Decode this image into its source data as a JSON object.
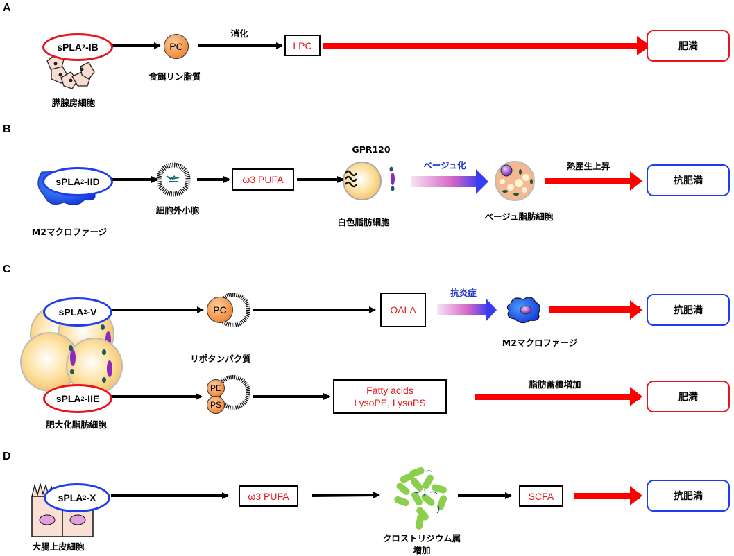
{
  "panels": {
    "A": {
      "label": "A",
      "enzyme": "sPLA₂-IB",
      "enzyme_base": "sPLA",
      "enzyme_sub": "2",
      "enzyme_suffix": "-IB",
      "cell_label": "膵腺房細胞",
      "substrate": "PC",
      "substrate_label": "食餌リン脂質",
      "arrow_label": "消化",
      "product": "LPC",
      "outcome": "肥満"
    },
    "B": {
      "label": "B",
      "enzyme_base": "sPLA",
      "enzyme_sub": "2",
      "enzyme_suffix": "-IID",
      "cell_label": "M2マクロファージ",
      "vesicle_label": "細胞外小胞",
      "product": "ω3 PUFA",
      "receptor_label": "GPR120",
      "target_cell_label": "白色脂肪細胞",
      "process_label": "ベージュ化",
      "beige_cell_label": "ベージュ脂肪細胞",
      "effect_label": "熱産生上昇",
      "outcome": "抗肥満"
    },
    "C": {
      "label": "C",
      "cell_label": "肥大化脂肪細胞",
      "upper": {
        "enzyme_base": "sPLA",
        "enzyme_sub": "2",
        "enzyme_suffix": "-V",
        "substrate": "PC",
        "substrate_label": "リポタンパク質",
        "product_line1": "OA",
        "product_line2": "LA",
        "process_label": "抗炎症",
        "macrophage_label": "M2マクロファージ",
        "outcome": "抗肥満"
      },
      "lower": {
        "enzyme_base": "sPLA",
        "enzyme_sub": "2",
        "enzyme_suffix": "-IIE",
        "substrate_1": "PE",
        "substrate_2": "PS",
        "product_line1": "Fatty acids",
        "product_line2": "LysoPE, LysoPS",
        "effect_label": "脂肪蓄積増加",
        "outcome": "肥満"
      }
    },
    "D": {
      "label": "D",
      "enzyme_base": "sPLA",
      "enzyme_sub": "2",
      "enzyme_suffix": "-X",
      "cell_label": "大腸上皮細胞",
      "product": "ω3 PUFA",
      "bacteria_label_line1": "クロストリジウム属",
      "bacteria_label_line2": "増加",
      "metabolite": "SCFA",
      "outcome": "抗肥満"
    }
  },
  "colors": {
    "obesity_red": "#e8141c",
    "anti_obesity_blue": "#1e3cf0",
    "arrow_black": "#000000",
    "gradient_start": "#f2d8ee",
    "gradient_mid": "#d060c8",
    "gradient_end": "#3a3cf0"
  }
}
